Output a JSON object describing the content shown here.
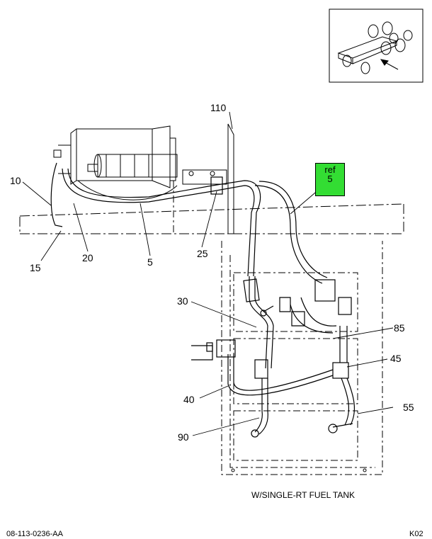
{
  "callouts": {
    "c110": "110",
    "c10": "10",
    "c15": "15",
    "c20": "20",
    "c5": "5",
    "c25": "25",
    "c30": "30",
    "c85": "85",
    "c45": "45",
    "c40": "40",
    "c55": "55",
    "c90": "90"
  },
  "ref_box": {
    "line1": "ref",
    "line2": "5",
    "color": "#33dd33"
  },
  "caption": "W/SINGLE-RT FUEL TANK",
  "footer": {
    "left": "08-113-0236-AA",
    "right": "K02"
  }
}
